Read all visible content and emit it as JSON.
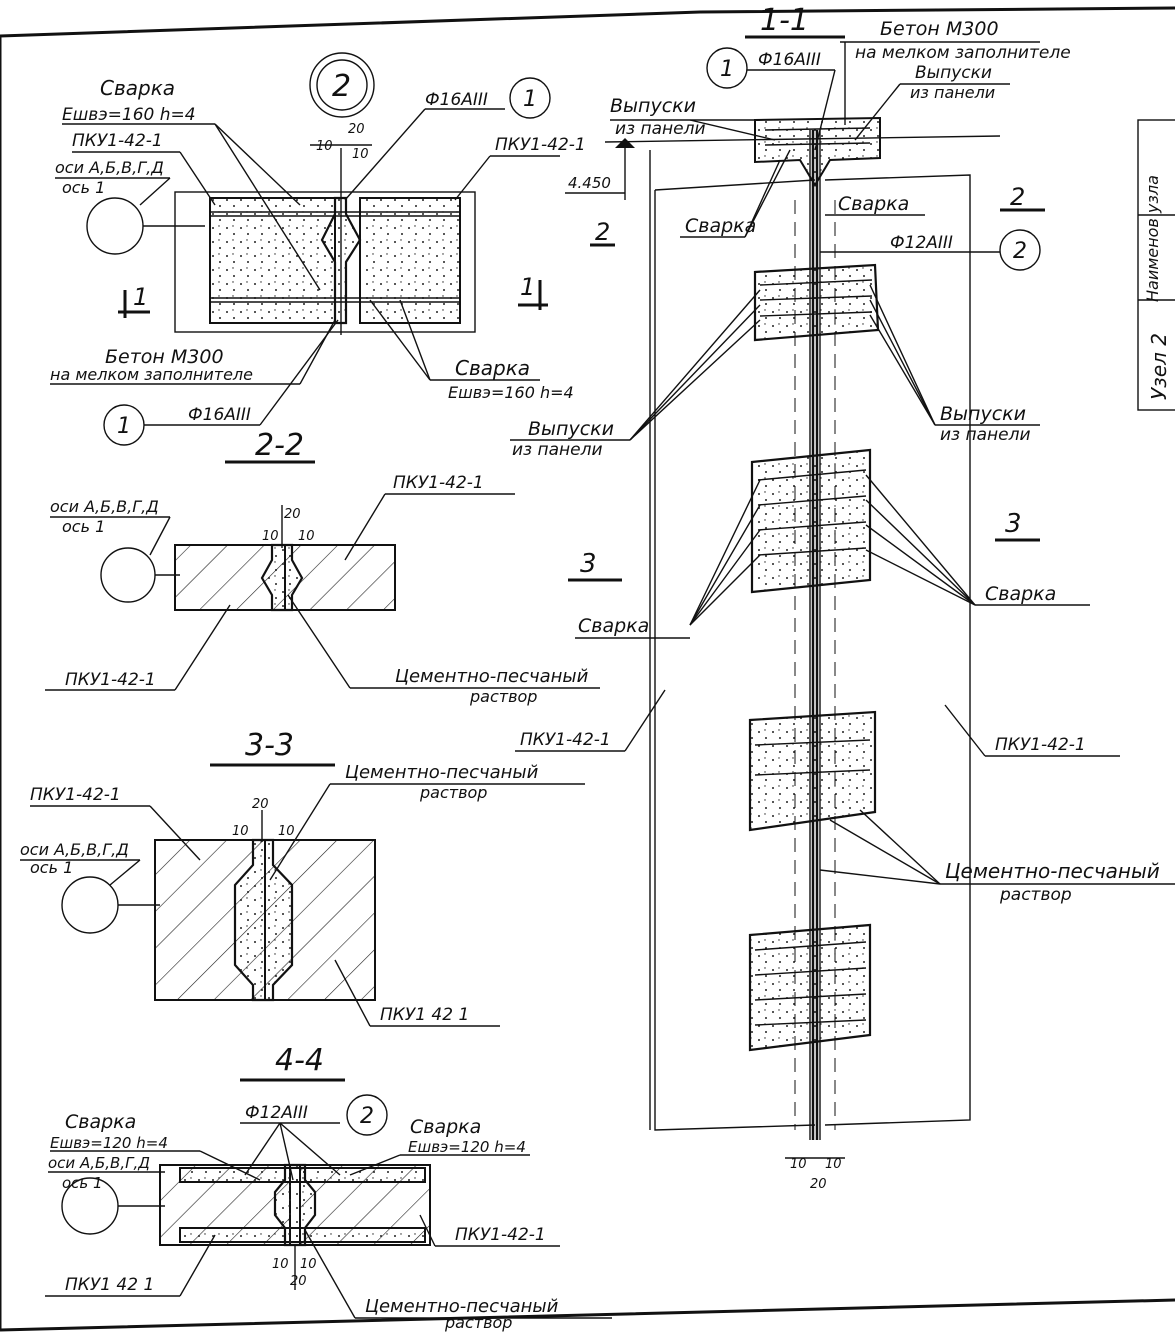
{
  "node_badge": "2",
  "side_table": {
    "header": "Наименов узла",
    "value": "Узел 2"
  },
  "section_1_1": {
    "title": "1-1",
    "concrete_line1": "Бетон М300",
    "concrete_line2": "на мелком заполнителе",
    "rebar1": "Ф16АIII",
    "rebar1_marker": "1",
    "rebar2": "Ф12АIII",
    "rebar2_marker": "2",
    "outlet_l1": "Выпуски",
    "outlet_l2": "из панели",
    "outlet_r1": "Выпуски",
    "outlet_r2": "из панели",
    "level": "4.450",
    "weld_l": "Сварка",
    "weld_r": "Сварка",
    "cut2_l": "2",
    "cut2_r": "2",
    "outlets_mid_l1": "Выпуски",
    "outlets_mid_l2": "из панели",
    "outlets_mid_r1": "Выпуски",
    "outlets_mid_r2": "из панели",
    "cut3_l": "3",
    "cut3_r": "3",
    "weld_mid_l": "Сварка",
    "weld_mid_r": "Сварка",
    "panel_l": "ПКУ1-42-1",
    "panel_r": "ПКУ1-42-1",
    "mortar_l1": "Цементно-песчаный",
    "mortar_l2": "раствор",
    "dim_10a": "10",
    "dim_10b": "10",
    "dim_20": "20"
  },
  "node_plan": {
    "weld_t1": "Сварка",
    "weld_t2": "Ешвэ=160 h=4",
    "panel_l": "ПКУ1-42-1",
    "panel_r": "ПКУ1-42-1",
    "axes1": "оси А,Б,В,Г,Д",
    "axes2": "ось 1",
    "rebar": "Ф16АIII",
    "rebar_marker": "1",
    "rebar_b": "Ф16АIII",
    "rebar_b_marker": "1",
    "dim_20": "20",
    "dim_10a": "10",
    "dim_10b": "10",
    "concrete1": "Бетон М300",
    "concrete2": "на мелком заполнителе",
    "weld_b1": "Сварка",
    "weld_b2": "Ешвэ=160 h=4",
    "cut_l": "1",
    "cut_r": "1"
  },
  "section_2_2": {
    "title": "2-2",
    "axes1": "оси А,Б,В,Г,Д",
    "axes2": "ось 1",
    "panel_t": "ПКУ1-42-1",
    "panel_b": "ПКУ1-42-1",
    "mortar1": "Цементно-песчаный",
    "mortar2": "раствор",
    "dim_20": "20",
    "dim_10a": "10",
    "dim_10b": "10"
  },
  "section_3_3": {
    "title": "3-3",
    "panel_t": "ПКУ1-42-1",
    "mortar1": "Цементно-песчаный",
    "mortar2": "раствор",
    "axes1": "оси А,Б,В,Г,Д",
    "axes2": "ось 1",
    "panel_b": "ПКУ1 42 1",
    "dim_20": "20",
    "dim_10a": "10",
    "dim_10b": "10"
  },
  "section_4_4": {
    "title": "4-4",
    "rebar": "Ф12АIII",
    "rebar_marker": "2",
    "weld_l1": "Сварка",
    "weld_l2": "Ешвэ=120 h=4",
    "weld_r1": "Сварка",
    "weld_r2": "Ешвэ=120 h=4",
    "axes1": "оси А,Б,В,Г,Д",
    "axes2": "ось 1",
    "panel_r": "ПКУ1-42-1",
    "panel_b": "ПКУ1 42 1",
    "mortar1": "Цементно-песчаный",
    "mortar2": "раствор",
    "dim_10a": "10",
    "dim_10b": "10",
    "dim_20": "20"
  }
}
